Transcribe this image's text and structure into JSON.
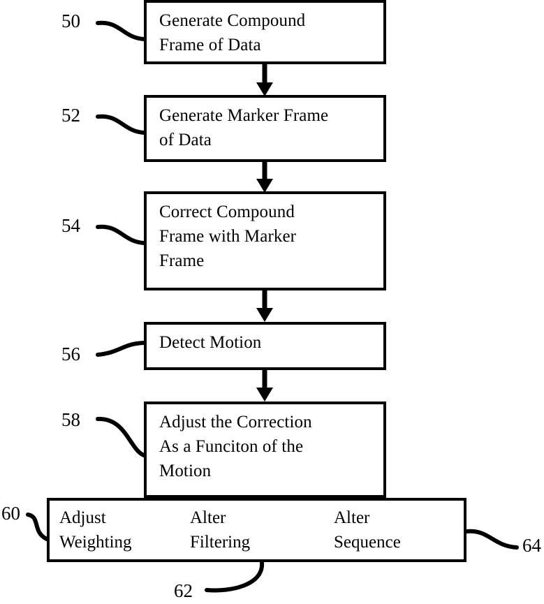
{
  "diagram": {
    "title": "Compound frame motion correction flowchart",
    "ink_color": "#000000",
    "background_color": "#ffffff",
    "steps": [
      {
        "ref": "50",
        "label": "Generate Compound\nFrame of Data"
      },
      {
        "ref": "52",
        "label": "Generate Marker Frame\nof  Data"
      },
      {
        "ref": "54",
        "label": "Correct Compound\nFrame with Marker\nFrame"
      },
      {
        "ref": "56",
        "label": "Detect Motion"
      },
      {
        "ref": "58",
        "label": "Adjust the Correction\nAs a Funciton of the\nMotion"
      }
    ],
    "options": [
      {
        "ref": "60",
        "label": "Adjust\nWeighting"
      },
      {
        "ref": "62",
        "label": "Alter\nFiltering"
      },
      {
        "ref": "64",
        "label": "Alter\nSequence"
      }
    ]
  }
}
